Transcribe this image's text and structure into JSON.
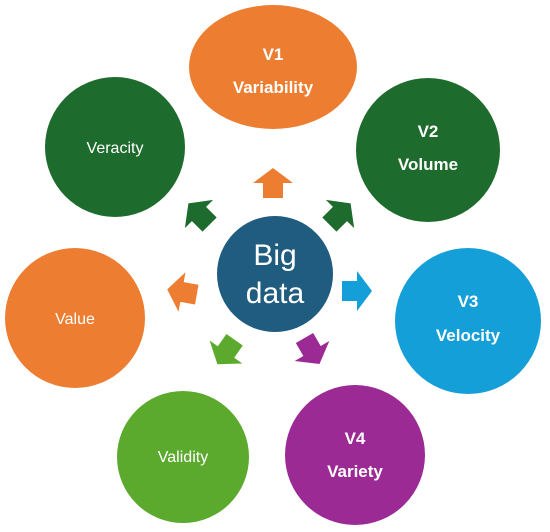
{
  "center": {
    "line1": "Big",
    "line2": "data",
    "color": "#1F5C80"
  },
  "nodes": [
    {
      "id": "variability",
      "code": "V1",
      "label": "Variability",
      "color": "#ED7D31"
    },
    {
      "id": "volume",
      "code": "V2",
      "label": "Volume",
      "color": "#1E6B2E"
    },
    {
      "id": "velocity",
      "code": "V3",
      "label": "Velocity",
      "color": "#159FD8"
    },
    {
      "id": "variety",
      "code": "V4",
      "label": "Variety",
      "color": "#9B2A94"
    },
    {
      "id": "validity",
      "code": "",
      "label": "Validity",
      "color": "#5BAA2E"
    },
    {
      "id": "value",
      "code": "",
      "label": "Value",
      "color": "#ED7D31"
    },
    {
      "id": "veracity",
      "code": "",
      "label": "Veracity",
      "color": "#1E6B2E"
    }
  ]
}
